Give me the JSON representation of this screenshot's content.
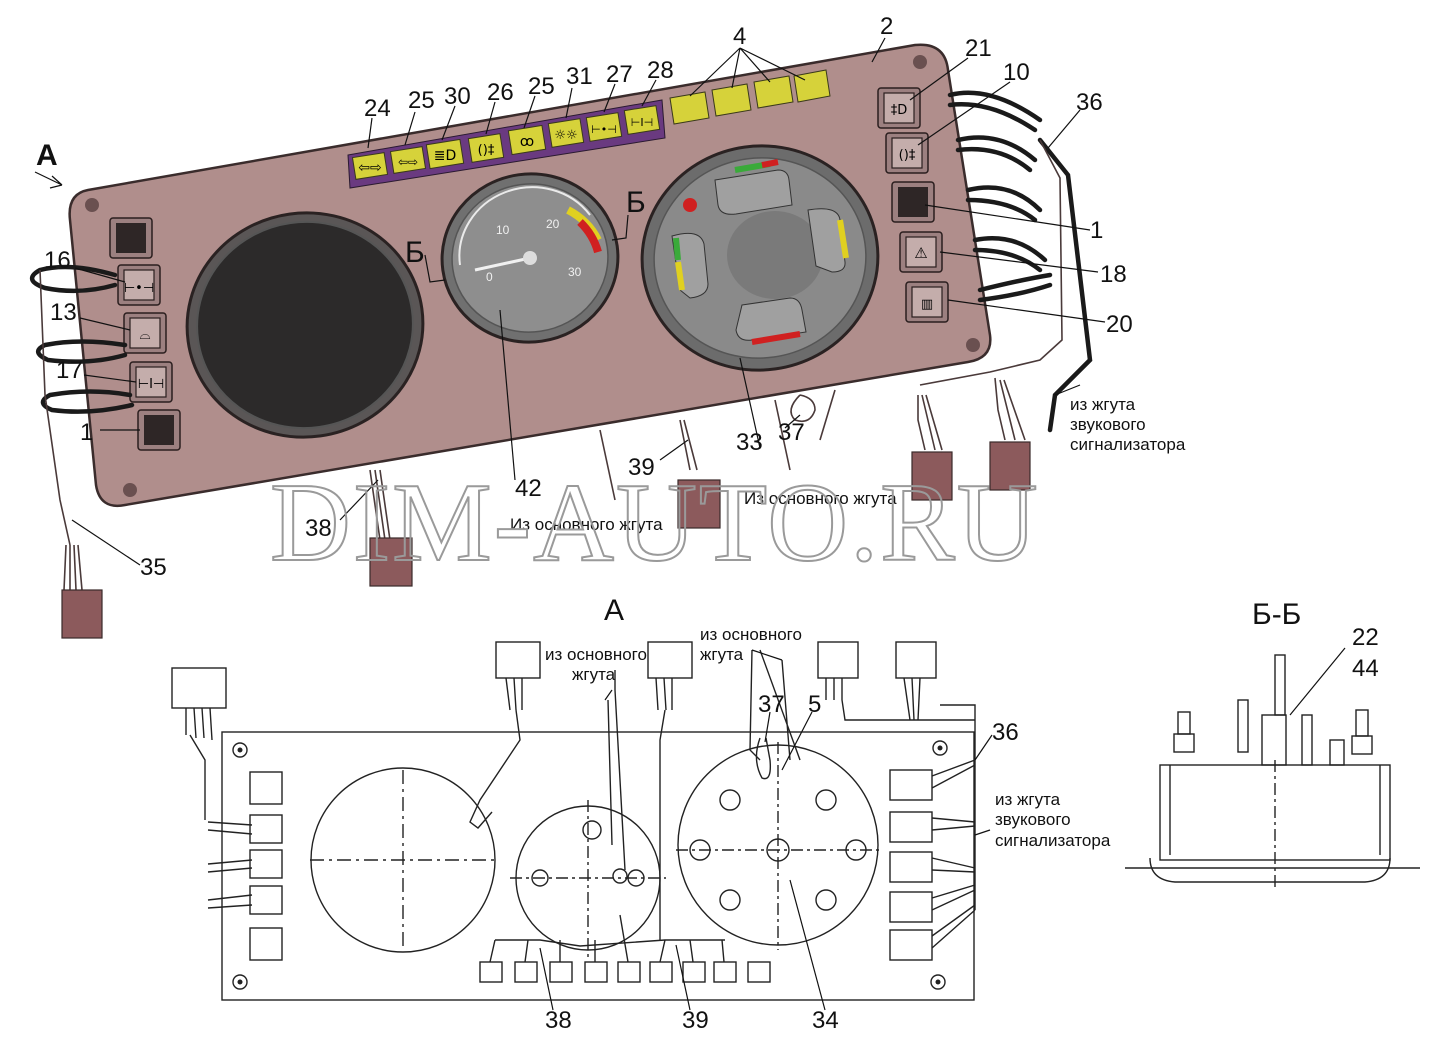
{
  "title_top_view": "А",
  "section_A_label": "А",
  "section_BB_label": "Б-Б",
  "section_B_marker": "Б",
  "watermark": "DIM-AUTO.RU",
  "top_view": {
    "callouts": [
      "24",
      "25",
      "30",
      "26",
      "25",
      "31",
      "27",
      "28",
      "4",
      "2",
      "21",
      "10",
      "36",
      "1",
      "18",
      "20",
      "16",
      "13",
      "17",
      "1",
      "42",
      "39",
      "33",
      "37",
      "38",
      "35"
    ],
    "labels": {
      "from_main_harness_1": "Из основного жгута",
      "from_main_harness_2": "Из основного жгута",
      "from_horn_harness_1": "из жгута",
      "from_horn_harness_2": "звукового",
      "from_horn_harness_3": "сигнализатора"
    },
    "tach_numbers": [
      "0",
      "10",
      "20",
      "30"
    ]
  },
  "back_view": {
    "callouts": [
      "37",
      "5",
      "36",
      "38",
      "39",
      "34"
    ],
    "labels": {
      "from_main_1a": "из основного",
      "from_main_1b": "жгута",
      "from_main_2a": "из основного",
      "from_main_2b": "жгута",
      "horn_a": "из жгута",
      "horn_b": "звукового",
      "horn_c": "сигнализатора"
    }
  },
  "section_view": {
    "callouts": [
      "22",
      "44"
    ]
  },
  "colors": {
    "panel": "#b08e8c",
    "lamp": "#d6d23a",
    "lamp_strip": "#6a3a80",
    "gauge_face": "#8a8a8a",
    "green": "#3aaa3a",
    "yellow": "#e0d020",
    "red": "#d02020"
  }
}
